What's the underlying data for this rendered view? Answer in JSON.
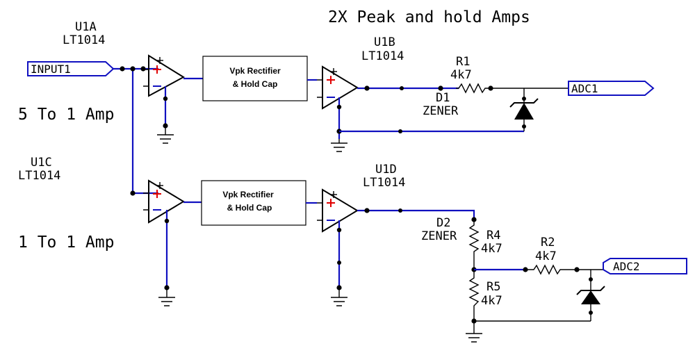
{
  "title": "2X Peak and hold Amps",
  "labels": {
    "amp1_gain": "5 To 1 Amp",
    "amp2_gain": "1 To 1 Amp"
  },
  "opamps": {
    "u1a": {
      "ref": "U1A",
      "part": "LT1014"
    },
    "u1b": {
      "ref": "U1B",
      "part": "LT1014"
    },
    "u1c": {
      "ref": "U1C",
      "part": "LT1014"
    },
    "u1d": {
      "ref": "U1D",
      "part": "LT1014"
    }
  },
  "blocks": {
    "rect1": {
      "line1": "Vpk Rectifier",
      "line2": "& Hold Cap"
    },
    "rect2": {
      "line1": "Vpk Rectifier",
      "line2": "& Hold Cap"
    }
  },
  "components": {
    "r1": {
      "ref": "R1",
      "value": "4k7"
    },
    "r2": {
      "ref": "R2",
      "value": "4k7"
    },
    "r4": {
      "ref": "R4",
      "value": "4k7"
    },
    "r5": {
      "ref": "R5",
      "value": "4k7"
    },
    "d1": {
      "ref": "D1",
      "type": "ZENER"
    },
    "d2": {
      "ref": "D2",
      "type": "ZENER"
    }
  },
  "ports": {
    "input": "INPUT1",
    "adc1": "ADC1",
    "adc2": "ADC2"
  },
  "colors": {
    "wire": "#1010c0",
    "plus": "#e00000",
    "port_outline": "#1010c0"
  }
}
